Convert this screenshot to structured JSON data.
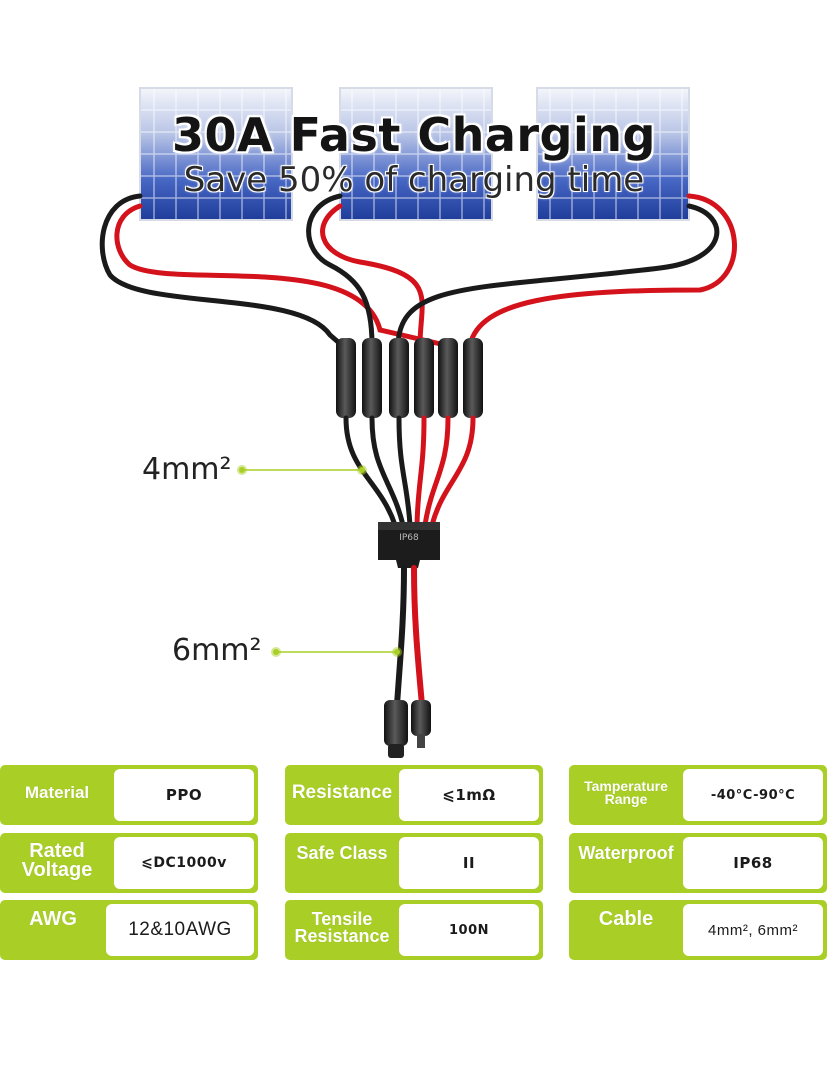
{
  "headline": {
    "title": "30A Fast Charging",
    "subtitle": "Save 50% of charging time"
  },
  "junction_label": "IP68",
  "callouts": {
    "branch_cable": "4mm²",
    "main_cable": "6mm²"
  },
  "colors": {
    "accent_green": "#a9cf26",
    "wire_red": "#d4121c",
    "wire_black": "#1a1a1a",
    "panel_blue": "#2e4fb0"
  },
  "specs": [
    {
      "label": "Material",
      "value": "PPO"
    },
    {
      "label": "Resistance",
      "value": "⩽1mΩ"
    },
    {
      "label": "Tamperature Range",
      "value": "-40°C-90°C"
    },
    {
      "label": "Rated Voltage",
      "value": "⩽DC1000v"
    },
    {
      "label": "Safe Class",
      "value": "II"
    },
    {
      "label": "Waterproof",
      "value": "IP68"
    },
    {
      "label": "AWG",
      "value": "12&10AWG"
    },
    {
      "label": "Tensile Resistance",
      "value": "100N"
    },
    {
      "label": "Cable",
      "value": "4mm², 6mm²"
    }
  ]
}
